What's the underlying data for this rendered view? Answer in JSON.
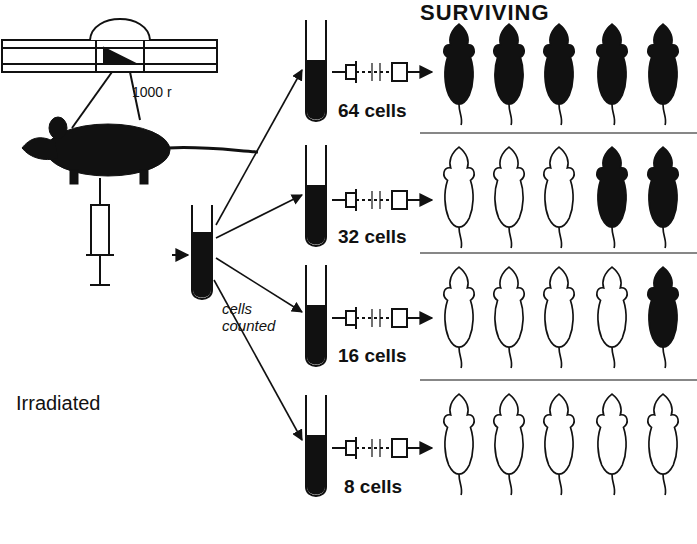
{
  "diagram": {
    "title": "SURVIVING",
    "labels": [
      "1000 r",
      "64 cells",
      "32 cells",
      "16 cells",
      "8 cells",
      "cells counted",
      "Irradiated"
    ]
  }
}
